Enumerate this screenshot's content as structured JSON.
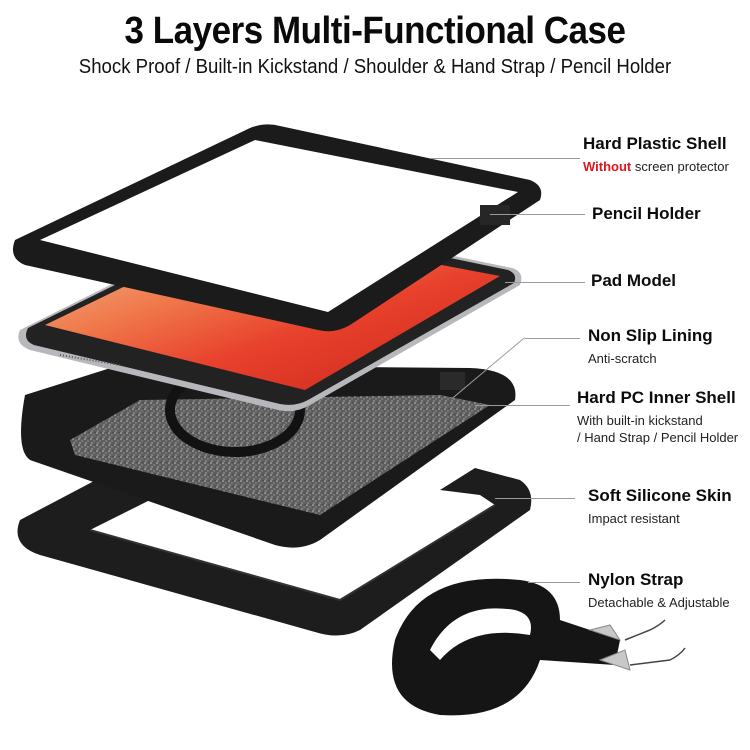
{
  "header": {
    "title": "3 Layers Multi-Functional Case",
    "subtitle": "Shock Proof / Built-in Kickstand / Shoulder & Hand Strap / Pencil Holder"
  },
  "callouts": [
    {
      "id": "hard-plastic-shell",
      "title": "Hard Plastic Shell",
      "highlight": "Without",
      "detail": " screen protector"
    },
    {
      "id": "pencil-holder",
      "title": "Pencil Holder"
    },
    {
      "id": "pad-model",
      "title": "Pad Model"
    },
    {
      "id": "non-slip-lining",
      "title": "Non Slip Lining",
      "detail": "Anti-scratch"
    },
    {
      "id": "hard-pc-inner-shell",
      "title": "Hard PC Inner Shell",
      "detail_line1": "With built-in kickstand",
      "detail_line2": "/ Hand Strap / Pencil Holder"
    },
    {
      "id": "soft-silicone-skin",
      "title": "Soft Silicone Skin",
      "detail": "Impact resistant"
    },
    {
      "id": "nylon-strap",
      "title": "Nylon Strap",
      "detail": "Detachable & Adjustable"
    }
  ],
  "colors": {
    "accent_red": "#e0141b",
    "case_black": "#1c1c1c",
    "screen_red": "#e8412c",
    "lining_gray": "#6e6e6e",
    "leader_gray": "#9a9a9a"
  }
}
